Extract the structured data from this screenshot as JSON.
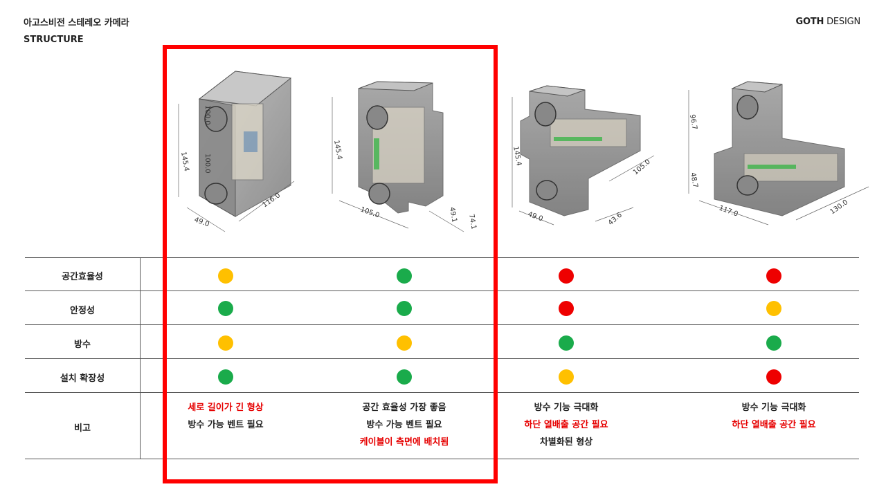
{
  "header": {
    "title_line1": "아고스비전 스테레오 카메라",
    "title_line2": "STRUCTURE",
    "brand_bold": "GOTH",
    "brand_regular": " DESIGN"
  },
  "models": [
    {
      "dims": [
        "100.0",
        "100.0",
        "145.4",
        "49.0",
        "116.0"
      ]
    },
    {
      "dims": [
        "145.4",
        "105.0",
        "49.1",
        "74.1"
      ]
    },
    {
      "dims": [
        "145.4",
        "49.0",
        "43.6",
        "105.0"
      ]
    },
    {
      "dims": [
        "96.7",
        "48.7",
        "117.0",
        "130.0"
      ]
    }
  ],
  "colors": {
    "green": "#1aab4b",
    "yellow": "#ffc000",
    "red": "#ee0000",
    "highlight": "#ff0000"
  },
  "rows": [
    {
      "label": "공간효율성",
      "ratings": [
        "yellow",
        "green",
        "red",
        "red"
      ]
    },
    {
      "label": "안정성",
      "ratings": [
        "green",
        "green",
        "red",
        "yellow"
      ]
    },
    {
      "label": "방수",
      "ratings": [
        "yellow",
        "yellow",
        "green",
        "green"
      ]
    },
    {
      "label": "설치 확장성",
      "ratings": [
        "green",
        "green",
        "yellow",
        "red"
      ]
    }
  ],
  "remarks": {
    "label": "비고",
    "columns": [
      [
        {
          "text": "세로 길이가 긴 형상",
          "color": "red"
        },
        {
          "text": "방수 가능 벤트 필요",
          "color": "dark"
        }
      ],
      [
        {
          "text": "공간 효율성 가장 좋음",
          "color": "dark"
        },
        {
          "text": "방수 가능 벤트 필요",
          "color": "dark"
        },
        {
          "text": "케이블이 측면에 배치됨",
          "color": "red"
        }
      ],
      [
        {
          "text": "방수 기능 극대화",
          "color": "dark"
        },
        {
          "text": "하단 열배출 공간 필요",
          "color": "red"
        },
        {
          "text": "차별화된 형상",
          "color": "dark"
        }
      ],
      [
        {
          "text": "방수 기능 극대화",
          "color": "dark"
        },
        {
          "text": "하단 열배출 공간 필요",
          "color": "red"
        }
      ]
    ]
  }
}
